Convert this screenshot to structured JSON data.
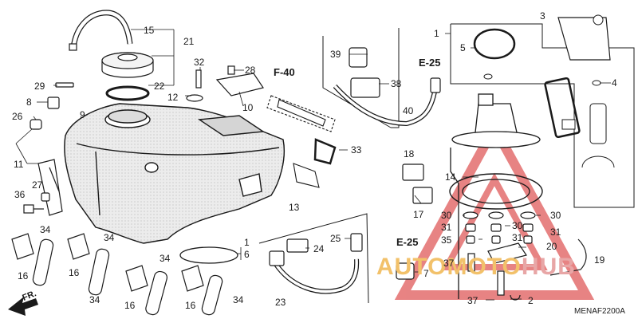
{
  "diagram": {
    "code": "MENAF2200A",
    "direction_label": "FR.",
    "refs": {
      "f40": "F-40",
      "e25_top": "E-25",
      "e25_bottom": "E-25"
    },
    "parts": [
      {
        "id": "p15",
        "text": "15"
      },
      {
        "id": "p21",
        "text": "21"
      },
      {
        "id": "p22",
        "text": "22"
      },
      {
        "id": "p29",
        "text": "29"
      },
      {
        "id": "p8",
        "text": "8"
      },
      {
        "id": "p26",
        "text": "26"
      },
      {
        "id": "p9",
        "text": "9"
      },
      {
        "id": "p11",
        "text": "11"
      },
      {
        "id": "p36",
        "text": "36"
      },
      {
        "id": "p27",
        "text": "27"
      },
      {
        "id": "p32",
        "text": "32"
      },
      {
        "id": "p12",
        "text": "12"
      },
      {
        "id": "p28",
        "text": "28"
      },
      {
        "id": "p10",
        "text": "10"
      },
      {
        "id": "p39",
        "text": "39"
      },
      {
        "id": "p38",
        "text": "38"
      },
      {
        "id": "p40",
        "text": "40"
      },
      {
        "id": "p33",
        "text": "33"
      },
      {
        "id": "p13",
        "text": "13"
      },
      {
        "id": "p18",
        "text": "18"
      },
      {
        "id": "p17",
        "text": "17"
      },
      {
        "id": "p1a",
        "text": "1"
      },
      {
        "id": "p5",
        "text": "5"
      },
      {
        "id": "p3",
        "text": "3"
      },
      {
        "id": "p4",
        "text": "4"
      },
      {
        "id": "p14",
        "text": "14"
      },
      {
        "id": "p30a",
        "text": "30"
      },
      {
        "id": "p30b",
        "text": "30"
      },
      {
        "id": "p30c",
        "text": "30"
      },
      {
        "id": "p31a",
        "text": "31"
      },
      {
        "id": "p31b",
        "text": "31"
      },
      {
        "id": "p31c",
        "text": "31"
      },
      {
        "id": "p35",
        "text": "35"
      },
      {
        "id": "p20",
        "text": "20"
      },
      {
        "id": "p37a",
        "text": "37"
      },
      {
        "id": "p37b",
        "text": "37"
      },
      {
        "id": "p19",
        "text": "19"
      },
      {
        "id": "p2",
        "text": "2"
      },
      {
        "id": "p1b",
        "text": "1"
      },
      {
        "id": "p6",
        "text": "6"
      },
      {
        "id": "p25",
        "text": "25"
      },
      {
        "id": "p24",
        "text": "24"
      },
      {
        "id": "p7",
        "text": "7"
      },
      {
        "id": "p23",
        "text": "23"
      },
      {
        "id": "p34a",
        "text": "34"
      },
      {
        "id": "p34b",
        "text": "34"
      },
      {
        "id": "p34c",
        "text": "34"
      },
      {
        "id": "p34d",
        "text": "34"
      },
      {
        "id": "p34e",
        "text": "34"
      },
      {
        "id": "p16a",
        "text": "16"
      },
      {
        "id": "p16b",
        "text": "16"
      },
      {
        "id": "p16c",
        "text": "16"
      },
      {
        "id": "p16d",
        "text": "16"
      }
    ]
  },
  "watermark": {
    "part1": "AUTOMOTO",
    "part2": "HUB",
    "color_primary": "#f2c16a",
    "color_secondary": "#e8a6a6"
  },
  "colors": {
    "line": "#1a1a1a",
    "tank_fill": "#e9e9e9",
    "watermark_triangle": "#e05a5a"
  }
}
